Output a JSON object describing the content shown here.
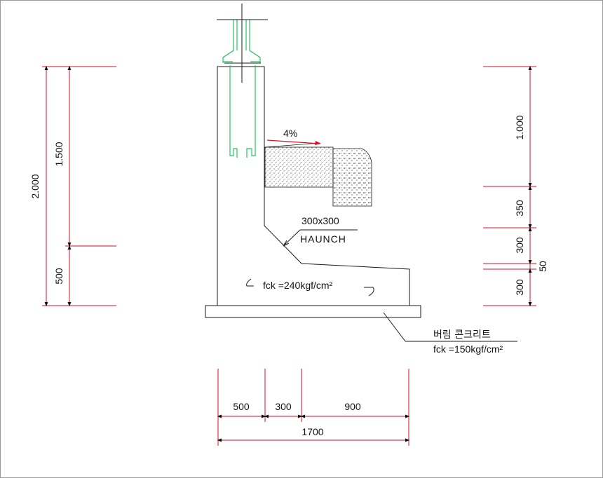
{
  "colors": {
    "dimension": "#d3122a",
    "outline": "#1a1a1a",
    "rebar": "#22c55e",
    "stipple": "#333333",
    "background": "#ffffff"
  },
  "dimensions": {
    "left_total": "2.000",
    "left_upper": "1.500",
    "left_lower": "500",
    "right_top": "1.000",
    "right_second": "350",
    "right_third": "300",
    "right_gap": "50",
    "right_bottom": "300",
    "bottom_seg1": "500",
    "bottom_seg2": "300",
    "bottom_seg3": "900",
    "bottom_total": "1700"
  },
  "annotations": {
    "slope": "4%",
    "haunch_size": "300x300",
    "haunch_label": "HAUNCH",
    "fck_main": "fck =240kgf/cm²",
    "lean_concrete": "버림 콘크리트",
    "fck_lean": "fck =150kgf/cm²"
  }
}
